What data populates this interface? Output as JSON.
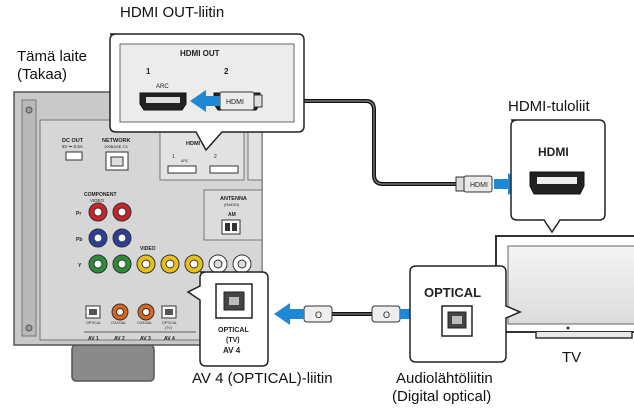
{
  "labels": {
    "hdmi_out_title": "HDMI OUT-liitin",
    "device_line1": "Tämä laite",
    "device_line2": "(Takaa)",
    "hdmi_in_title": "HDMI-tuloliit",
    "av4_caption": "AV 4 (OPTICAL)-liitin",
    "audio_out_line1": "Audiolähtöliitin",
    "audio_out_line2": "(Digital optical)",
    "tv_caption": "TV"
  },
  "zoom_hdmi_out": {
    "title": "HDMI OUT",
    "port1": "1",
    "port2": "2",
    "arc": "ARC",
    "plug": "HDMI"
  },
  "zoom_hdmi_in": {
    "title": "HDMI"
  },
  "cable_hdmi_plug": "HDMI",
  "zoom_optical_av4": {
    "line1": "OPTICAL",
    "line2": "(TV)",
    "line3": "AV 4"
  },
  "zoom_optical_tv": {
    "title": "OPTICAL"
  },
  "optical_plugs": [
    "O",
    "O"
  ],
  "panel_text": {
    "dc_out": "DC OUT",
    "dc_out_rating": "5V ⎓ 0.5A",
    "network": "NETWORK",
    "network_sub": "100BASE-TX",
    "hdmi_out_small": "HDMI OUT",
    "hdmi_num_1": "1",
    "hdmi_num_2": "2",
    "arc_small": "ARC",
    "antenna": "ANTENNA",
    "antenna_sub": "(RADIO)",
    "am": "AM",
    "component": "COMPONENT",
    "component_sub": "VIDEO",
    "pr": "Pr",
    "pb": "Pb",
    "y": "Y",
    "video": "VIDEO",
    "optical_small": "OPTICAL",
    "coaxial_1": "COAXIAL",
    "coaxial_2": "COAXIAL",
    "optical_tv_small": "OPTICAL",
    "tv_small": "(TV)",
    "av1": "AV 1",
    "av2": "AV 2",
    "av3": "AV 3",
    "av4": "AV 4"
  },
  "colors": {
    "arrow": "#1e88d6",
    "panel": "#c9c9c9",
    "panel_dark": "#8a8a8a",
    "jack_green": "#2e8b3a",
    "jack_blue": "#2a3f9a",
    "jack_red": "#c8232a",
    "jack_yellow": "#e8c21a",
    "jack_orange": "#d9661c"
  }
}
